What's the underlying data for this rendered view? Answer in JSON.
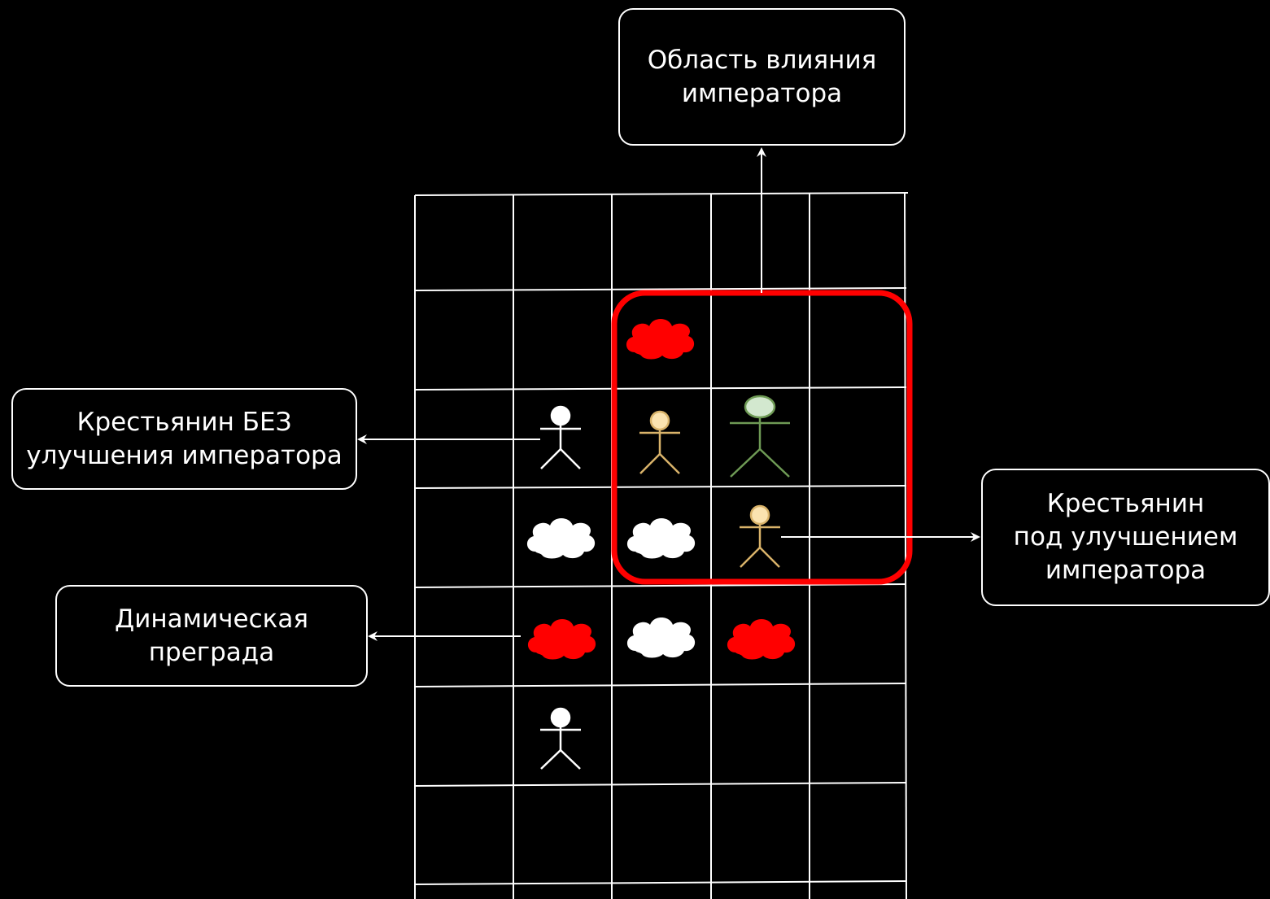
{
  "labels": {
    "emperor_area": "Область влияния\nимператора",
    "peasant_without": "Крестьянин БЕЗ\nулучшения императора",
    "peasant_with": "Крестьянин\nпод улучшением\nимператора",
    "dynamic_obstacle": "Динамическая\nпреграда"
  },
  "colors": {
    "background": "#000000",
    "grid": "#ffffff",
    "highlight": "#ff0000",
    "obstacle_red": "#ff0000",
    "obstacle_white": "#ffffff",
    "peasant_plain": "#ffffff",
    "peasant_boosted": "#e2c27a",
    "emperor": "#7fb069"
  }
}
